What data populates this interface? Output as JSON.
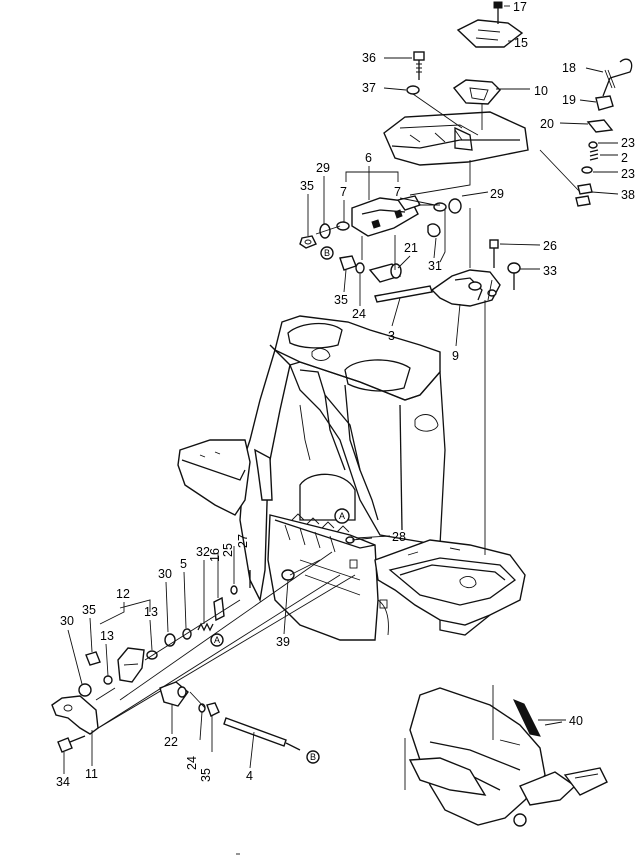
{
  "callouts": [
    {
      "id": "c17",
      "text": "17"
    },
    {
      "id": "c15",
      "text": "15"
    },
    {
      "id": "c36",
      "text": "36"
    },
    {
      "id": "c18",
      "text": "18"
    },
    {
      "id": "c37",
      "text": "37"
    },
    {
      "id": "c10",
      "text": "10"
    },
    {
      "id": "c19",
      "text": "19"
    },
    {
      "id": "c20",
      "text": "20"
    },
    {
      "id": "c23a",
      "text": "23"
    },
    {
      "id": "c2",
      "text": "2"
    },
    {
      "id": "c23b",
      "text": "23"
    },
    {
      "id": "c38",
      "text": "38"
    },
    {
      "id": "c6",
      "text": "6"
    },
    {
      "id": "c29a",
      "text": "29"
    },
    {
      "id": "c7a",
      "text": "7"
    },
    {
      "id": "c7b",
      "text": "7"
    },
    {
      "id": "c35a",
      "text": "35"
    },
    {
      "id": "c29b",
      "text": "29"
    },
    {
      "id": "c26",
      "text": "26"
    },
    {
      "id": "c21",
      "text": "21"
    },
    {
      "id": "c31",
      "text": "31"
    },
    {
      "id": "c33",
      "text": "33"
    },
    {
      "id": "c35b",
      "text": "35"
    },
    {
      "id": "c24a",
      "text": "24"
    },
    {
      "id": "c3",
      "text": "3"
    },
    {
      "id": "c9",
      "text": "9"
    },
    {
      "id": "c28",
      "text": "28"
    },
    {
      "id": "c27",
      "text": "27"
    },
    {
      "id": "c25",
      "text": "25"
    },
    {
      "id": "c16",
      "text": "16"
    },
    {
      "id": "c32",
      "text": "32"
    },
    {
      "id": "c5",
      "text": "5"
    },
    {
      "id": "c30a",
      "text": "30"
    },
    {
      "id": "c12",
      "text": "12"
    },
    {
      "id": "c13a",
      "text": "13"
    },
    {
      "id": "c13b",
      "text": "13"
    },
    {
      "id": "c35c",
      "text": "35"
    },
    {
      "id": "c30b",
      "text": "30"
    },
    {
      "id": "c39",
      "text": "39"
    },
    {
      "id": "c40",
      "text": "40"
    },
    {
      "id": "c22",
      "text": "22"
    },
    {
      "id": "c24b",
      "text": "24"
    },
    {
      "id": "c35d",
      "text": "35"
    },
    {
      "id": "c34",
      "text": "34"
    },
    {
      "id": "c11",
      "text": "11"
    },
    {
      "id": "c4",
      "text": "4"
    }
  ],
  "refs": {
    "a": "A",
    "b": "B"
  }
}
